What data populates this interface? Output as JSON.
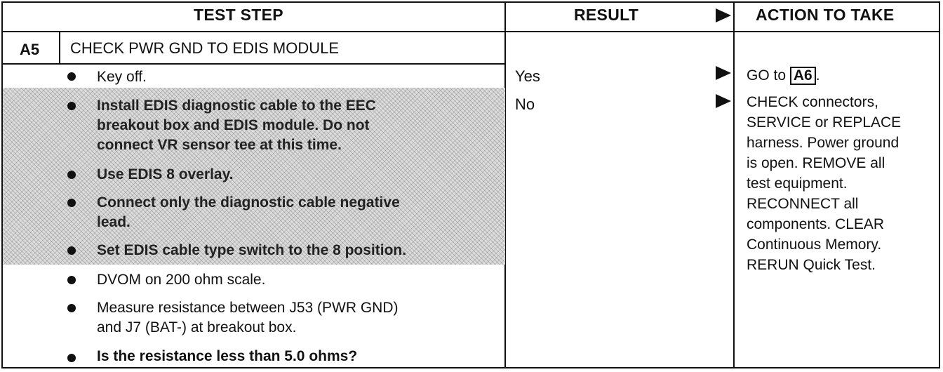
{
  "headers": {
    "test_step": "TEST STEP",
    "result": "RESULT",
    "action": "ACTION TO TAKE"
  },
  "step": {
    "id": "A5",
    "title": "CHECK PWR GND TO EDIS MODULE",
    "bullets": [
      "Key off.",
      "Install EDIS diagnostic cable to the EEC\nbreakout box and EDIS module. Do not\nconnect VR sensor tee at this time.",
      "Use EDIS 8 overlay.",
      "Connect only the diagnostic cable negative\nlead.",
      "Set EDIS cable type switch to the 8 position.",
      "DVOM on 200 ohm scale.",
      "Measure resistance between J53 (PWR GND)\nand J7 (BAT-) at breakout box.",
      "Is the resistance less than 5.0 ohms?"
    ]
  },
  "results": {
    "yes": "Yes",
    "no": "No"
  },
  "actions": {
    "yes_prefix": "GO to ",
    "yes_ref": "A6",
    "yes_suffix": ".",
    "no_text": "CHECK connectors,\nSERVICE or REPLACE\nharness. Power ground\nis open. REMOVE all\ntest equipment.\nRECONNECT all\ncomponents. CLEAR\nContinuous Memory.\nRERUN Quick Test."
  }
}
